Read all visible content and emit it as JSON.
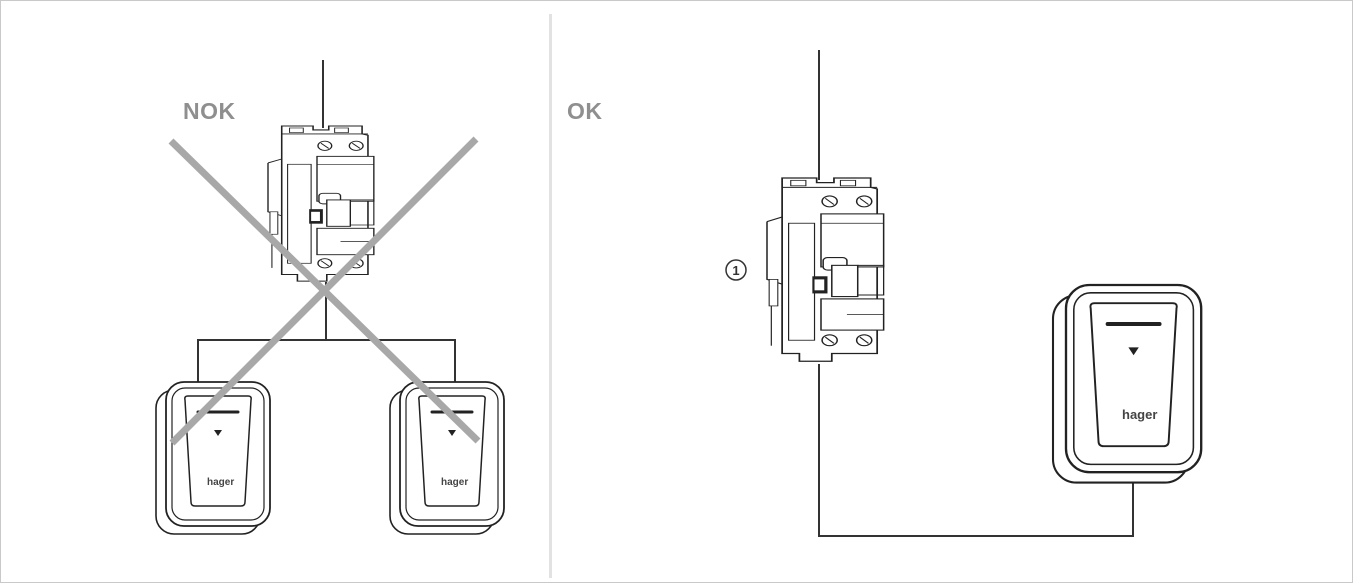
{
  "panels": {
    "left": {
      "status": "NOK"
    },
    "right": {
      "status": "OK",
      "callout": "1"
    }
  },
  "devices": {
    "brand": "hager"
  },
  "colors": {
    "cross": "#a8a8a8",
    "line": "#333333",
    "status_text": "#8f8f8f",
    "divider": "#e2e2e2"
  }
}
